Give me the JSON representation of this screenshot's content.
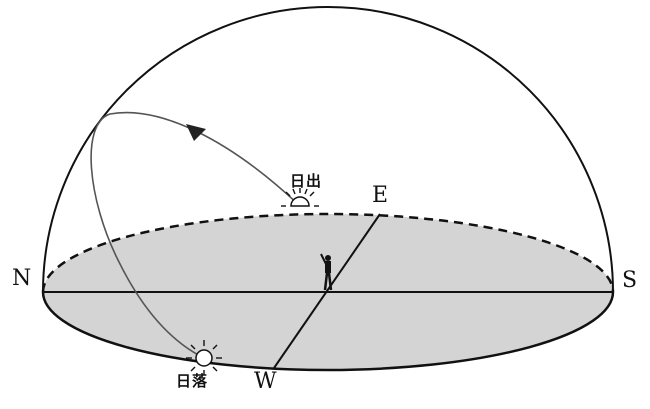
{
  "labels": {
    "north": "N",
    "south": "S",
    "east": "E",
    "west": "W",
    "sunrise": "日出",
    "sunset": "日落"
  },
  "colors": {
    "ground": "#d4d4d4",
    "line": "#111111",
    "path": "#555555"
  },
  "icons": {
    "observer": "person-icon",
    "sunrise_sun": "sun-icon",
    "sunset_sun": "sun-icon",
    "direction_arrow": "arrow-icon"
  }
}
